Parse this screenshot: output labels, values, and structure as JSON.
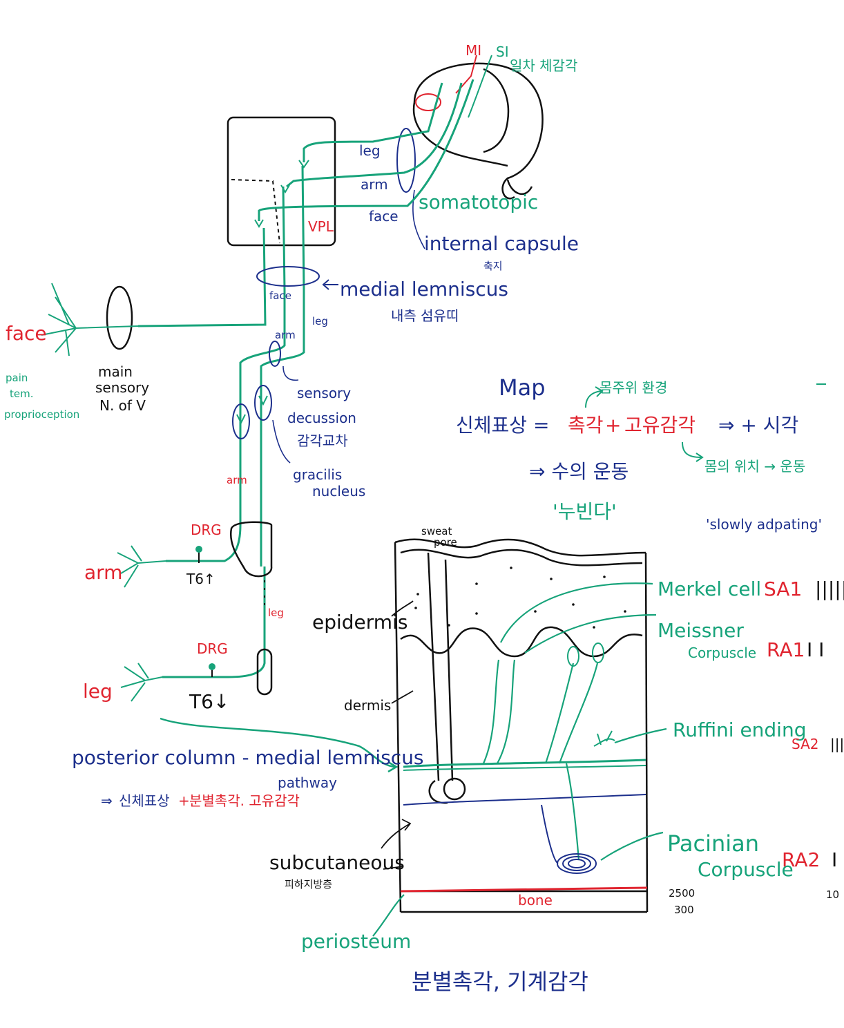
{
  "colors": {
    "red": "#e0242f",
    "green": "#17a37a",
    "blue": "#1c2f8c",
    "black": "#111111"
  },
  "brain": {
    "m1": "MI",
    "s1": "SI",
    "s1_kor": "일차 체감각"
  },
  "thalamus": {
    "leg": "leg",
    "arm": "arm",
    "face": "face",
    "vpl": "VPL"
  },
  "capsule": {
    "somatotopic": "somatotopic",
    "internal": "internal capsule",
    "internal_kor": "축지"
  },
  "lemniscus": {
    "label": "medial lemniscus",
    "kor": "내측 섬유띠",
    "face": "face",
    "leg": "leg",
    "arm": "arm"
  },
  "face_path": {
    "face": "face",
    "info1": "pain",
    "info2": "tem.",
    "info3": "proprioception",
    "nuc1": "main",
    "nuc2": "sensory",
    "nuc3": "N. of V"
  },
  "decussation": {
    "l1": "sensory",
    "l2": "decussion",
    "kor": "감각교차",
    "g1": "gracilis",
    "g2": "nucleus",
    "arm_small": "arm"
  },
  "spinal": {
    "drg1": "DRG",
    "arm": "arm",
    "t6up": "T6↑",
    "leg_small": "leg",
    "drg2": "DRG",
    "leg": "leg",
    "t6down": "T6↓"
  },
  "pathway": {
    "title1": "posterior column - medial lemniscus",
    "title2": "pathway",
    "arrow": "⇒",
    "rep": "신체표상",
    "plus": "+",
    "disc": "분별촉각. 고유감각"
  },
  "map": {
    "title": "Map",
    "l1_a": "신체표상 =",
    "l1_b": "촉각",
    "l1_c": "+",
    "l1_d": "고유감각",
    "l1_e": "⇒ + 시각",
    "top": "몸주위 환경",
    "bottom": "몸의 위치 → 운동",
    "l2": "⇒ 수의 운동",
    "l3": "'누빈다'",
    "slow": "'slowly adpating'"
  },
  "skin": {
    "sweat1": "sweat",
    "sweat2": "pore",
    "epidermis": "epidermis",
    "dermis": "dermis",
    "subcut": "subcutaneous",
    "subcut_kor": "피하지방층",
    "periosteum": "periosteum",
    "bone": "bone"
  },
  "receptors": {
    "merkel": "Merkel cell",
    "sa1": "SA1",
    "sa1_bars": "||||||",
    "meissner1": "Meissner",
    "meissner2": "Corpuscle",
    "ra1": "RA1",
    "ra1_bars": "I   I",
    "ruffini": "Ruffini ending",
    "sa2": "SA2",
    "sa2_bars": "|||||",
    "pacinian1": "Pacinian",
    "pacinian2": "Corpuscle",
    "ra2": "RA2",
    "ra2_bars": "I",
    "n2500": "2500",
    "n300": "300",
    "n10": "10"
  },
  "footer": {
    "caption": "분별촉각,   기계감각"
  }
}
